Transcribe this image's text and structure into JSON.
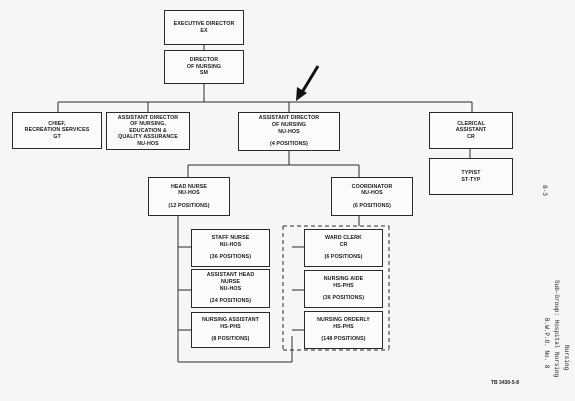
{
  "boxes": {
    "executive_director": {
      "title": "EXECUTIVE DIRECTOR",
      "code": "EX"
    },
    "director_of_nursing": {
      "title": "DIRECTOR\nOF NURSING",
      "code": "SM"
    },
    "chief_recreation": {
      "title": "CHIEF,\nRECREATION SERVICES",
      "code": "GT"
    },
    "assistant_director_education": {
      "title": "ASSISTANT DIRECTOR\nOF NURSING,\nEDUCATION &\nQUALITY ASSURANCE",
      "code": "NU-HOS"
    },
    "assistant_director_nursing": {
      "title": "ASSISTANT DIRECTOR\nOF NURSING",
      "code": "NU-HOS",
      "positions": "(4 POSITIONS)"
    },
    "clerical_assistant": {
      "title": "CLERICAL\nASSISTANT",
      "code": "CR"
    },
    "typist": {
      "title": "TYPIST",
      "code": "ST-TYP"
    },
    "head_nurse": {
      "title": "HEAD NURSE",
      "code": "NU-HOS",
      "positions": "(12 POSITIONS)"
    },
    "coordinator": {
      "title": "COORDINATOR",
      "code": "NU-HOS",
      "positions": "(6 POSITIONS)"
    },
    "staff_nurse": {
      "title": "STAFF NURSE",
      "code": "NU-HOS",
      "positions": "(36 POSITIONS)"
    },
    "assistant_head_nurse": {
      "title": "ASSISTANT HEAD\nNURSE",
      "code": "NU-HOS",
      "positions": "(24 POSITIONS)"
    },
    "nursing_assistant": {
      "title": "NURSING ASSISTANT",
      "code": "HS-PHS",
      "positions": "(8 POSITIONS)"
    },
    "ward_clerk": {
      "title": "WARD CLERK",
      "code": "CR",
      "positions": "(6 POSITIONS)"
    },
    "nursing_aide": {
      "title": "NURSING AIDE",
      "code": "HS-PHS",
      "positions": "(36 POSITIONS)"
    },
    "nursing_orderly": {
      "title": "NURSING ORDERLY",
      "code": "HS-PHS",
      "positions": "(148 POSITIONS)"
    }
  },
  "margin": {
    "page_number": "8-3",
    "line1": "Nursing",
    "line2": "Sub-Group: Hospital Nursing",
    "line3": "B.W.P.O. No. 8"
  },
  "reference_code": "TB 3430-5-8"
}
